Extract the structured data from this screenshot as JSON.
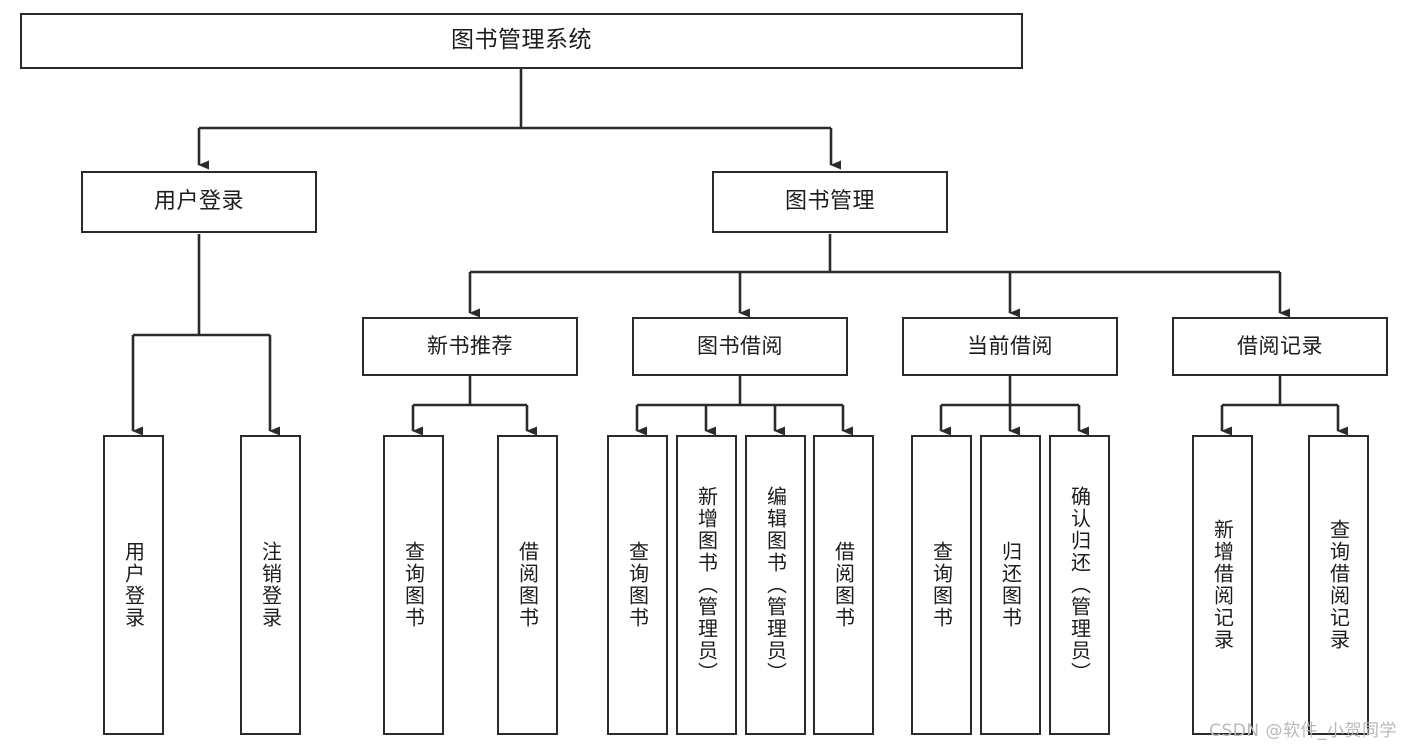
{
  "diagram": {
    "title": "图书管理系统",
    "type": "tree-hierarchy",
    "orientation": "top-down",
    "line_color": "#2b2b2b",
    "box_fill": "#ffffff",
    "text_color": "#1c1c1c",
    "nodes": {
      "root": {
        "label": "图书管理系统"
      },
      "level2": [
        {
          "label": "用户登录"
        },
        {
          "label": "图书管理"
        }
      ],
      "level3": [
        {
          "label": "新书推荐"
        },
        {
          "label": "图书借阅"
        },
        {
          "label": "当前借阅"
        },
        {
          "label": "借阅记录"
        }
      ],
      "leaves_user_login": [
        {
          "label": "用户登录"
        },
        {
          "label": "注销登录"
        }
      ],
      "leaves_new_book": [
        {
          "label": "查询图书"
        },
        {
          "label": "借阅图书"
        }
      ],
      "leaves_borrow": [
        {
          "label": "查询图书"
        },
        {
          "label": "新增图书（管理员）"
        },
        {
          "label": "编辑图书（管理员）"
        },
        {
          "label": "借阅图书"
        }
      ],
      "leaves_current": [
        {
          "label": "查询图书"
        },
        {
          "label": "归还图书"
        },
        {
          "label": "确认归还（管理员）"
        }
      ],
      "leaves_records": [
        {
          "label": "新增借阅记录"
        },
        {
          "label": "查询借阅记录"
        }
      ]
    }
  },
  "watermark": {
    "text": "CSDN @软件_小贺同学"
  }
}
